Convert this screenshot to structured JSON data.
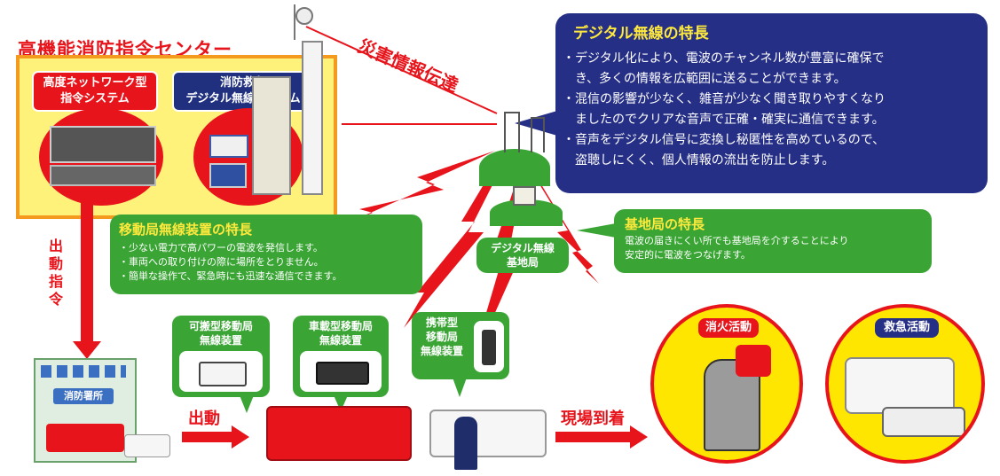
{
  "center": {
    "title": "高機能消防指令センター",
    "network_system": "高度ネットワーク型\n指令システム",
    "radio_system": "消防救急\nデジタル無線システム"
  },
  "disaster_info_label": "災害情報伝達",
  "digital_features": {
    "title": "デジタル無線の特長",
    "lines": [
      "・デジタル化により、電波のチャンネル数が豊富に確保で",
      "　き、多くの情報を広範囲に送ることができます。",
      "・混信の影響が少なく、雑音が少なく聞き取りやすくなり",
      "　ましたのでクリアな音声で正確・確実に通信できます。",
      "・音声をデジタル信号に変換し秘匿性を高めているので、",
      "　盗聴しにくく、個人情報の流出を防止します。"
    ]
  },
  "mobile_features": {
    "title": "移動局無線装置の特長",
    "lines": [
      "・少ない電力で高パワーの電波を発信します。",
      "・車両への取り付けの際に場所をとりません。",
      "・簡単な操作で、緊急時にも迅速な通信できます。"
    ]
  },
  "base_station_label": "デジタル無線\n基地局",
  "base_features": {
    "title": "基地局の特長",
    "lines": [
      "電波の届きにくい所でも基地局を介することにより",
      "安定的に電波をつなげます。"
    ]
  },
  "dispatch_order": "出\n動\n指\n令",
  "fire_station_sign": "消防署所",
  "dispatch_label": "出動",
  "arrival_label": "現場到着",
  "devices": {
    "portable": "可搬型移動局\n無線装置",
    "vehicle": "車載型移動局\n無線装置",
    "handheld": "携帯型\n移動局\n無線装置"
  },
  "activities": {
    "firefighting": "消火活動",
    "rescue": "救急活動"
  },
  "colors": {
    "red": "#e8141b",
    "navy": "#262f86",
    "green": "#3aa535",
    "yellow": "#ffe600",
    "orange": "#f39a1f"
  }
}
